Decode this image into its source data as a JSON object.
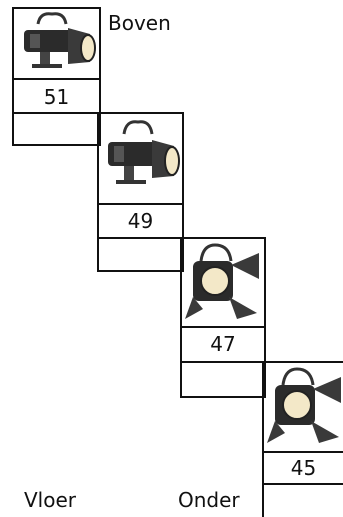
{
  "labels": {
    "top": "Boven",
    "floor": "Vloer",
    "bottom": "Onder"
  },
  "lamps": [
    {
      "number": "51",
      "type": "profile-spotlight-icon"
    },
    {
      "number": "49",
      "type": "profile-spotlight-icon"
    },
    {
      "number": "47",
      "type": "fresnel-spotlight-icon"
    },
    {
      "number": "45",
      "type": "fresnel-spotlight-icon"
    }
  ],
  "colors": {
    "lines": "#111111",
    "lamp_body": "#2b2b2b",
    "lamp_light": "#f3e8c8"
  }
}
